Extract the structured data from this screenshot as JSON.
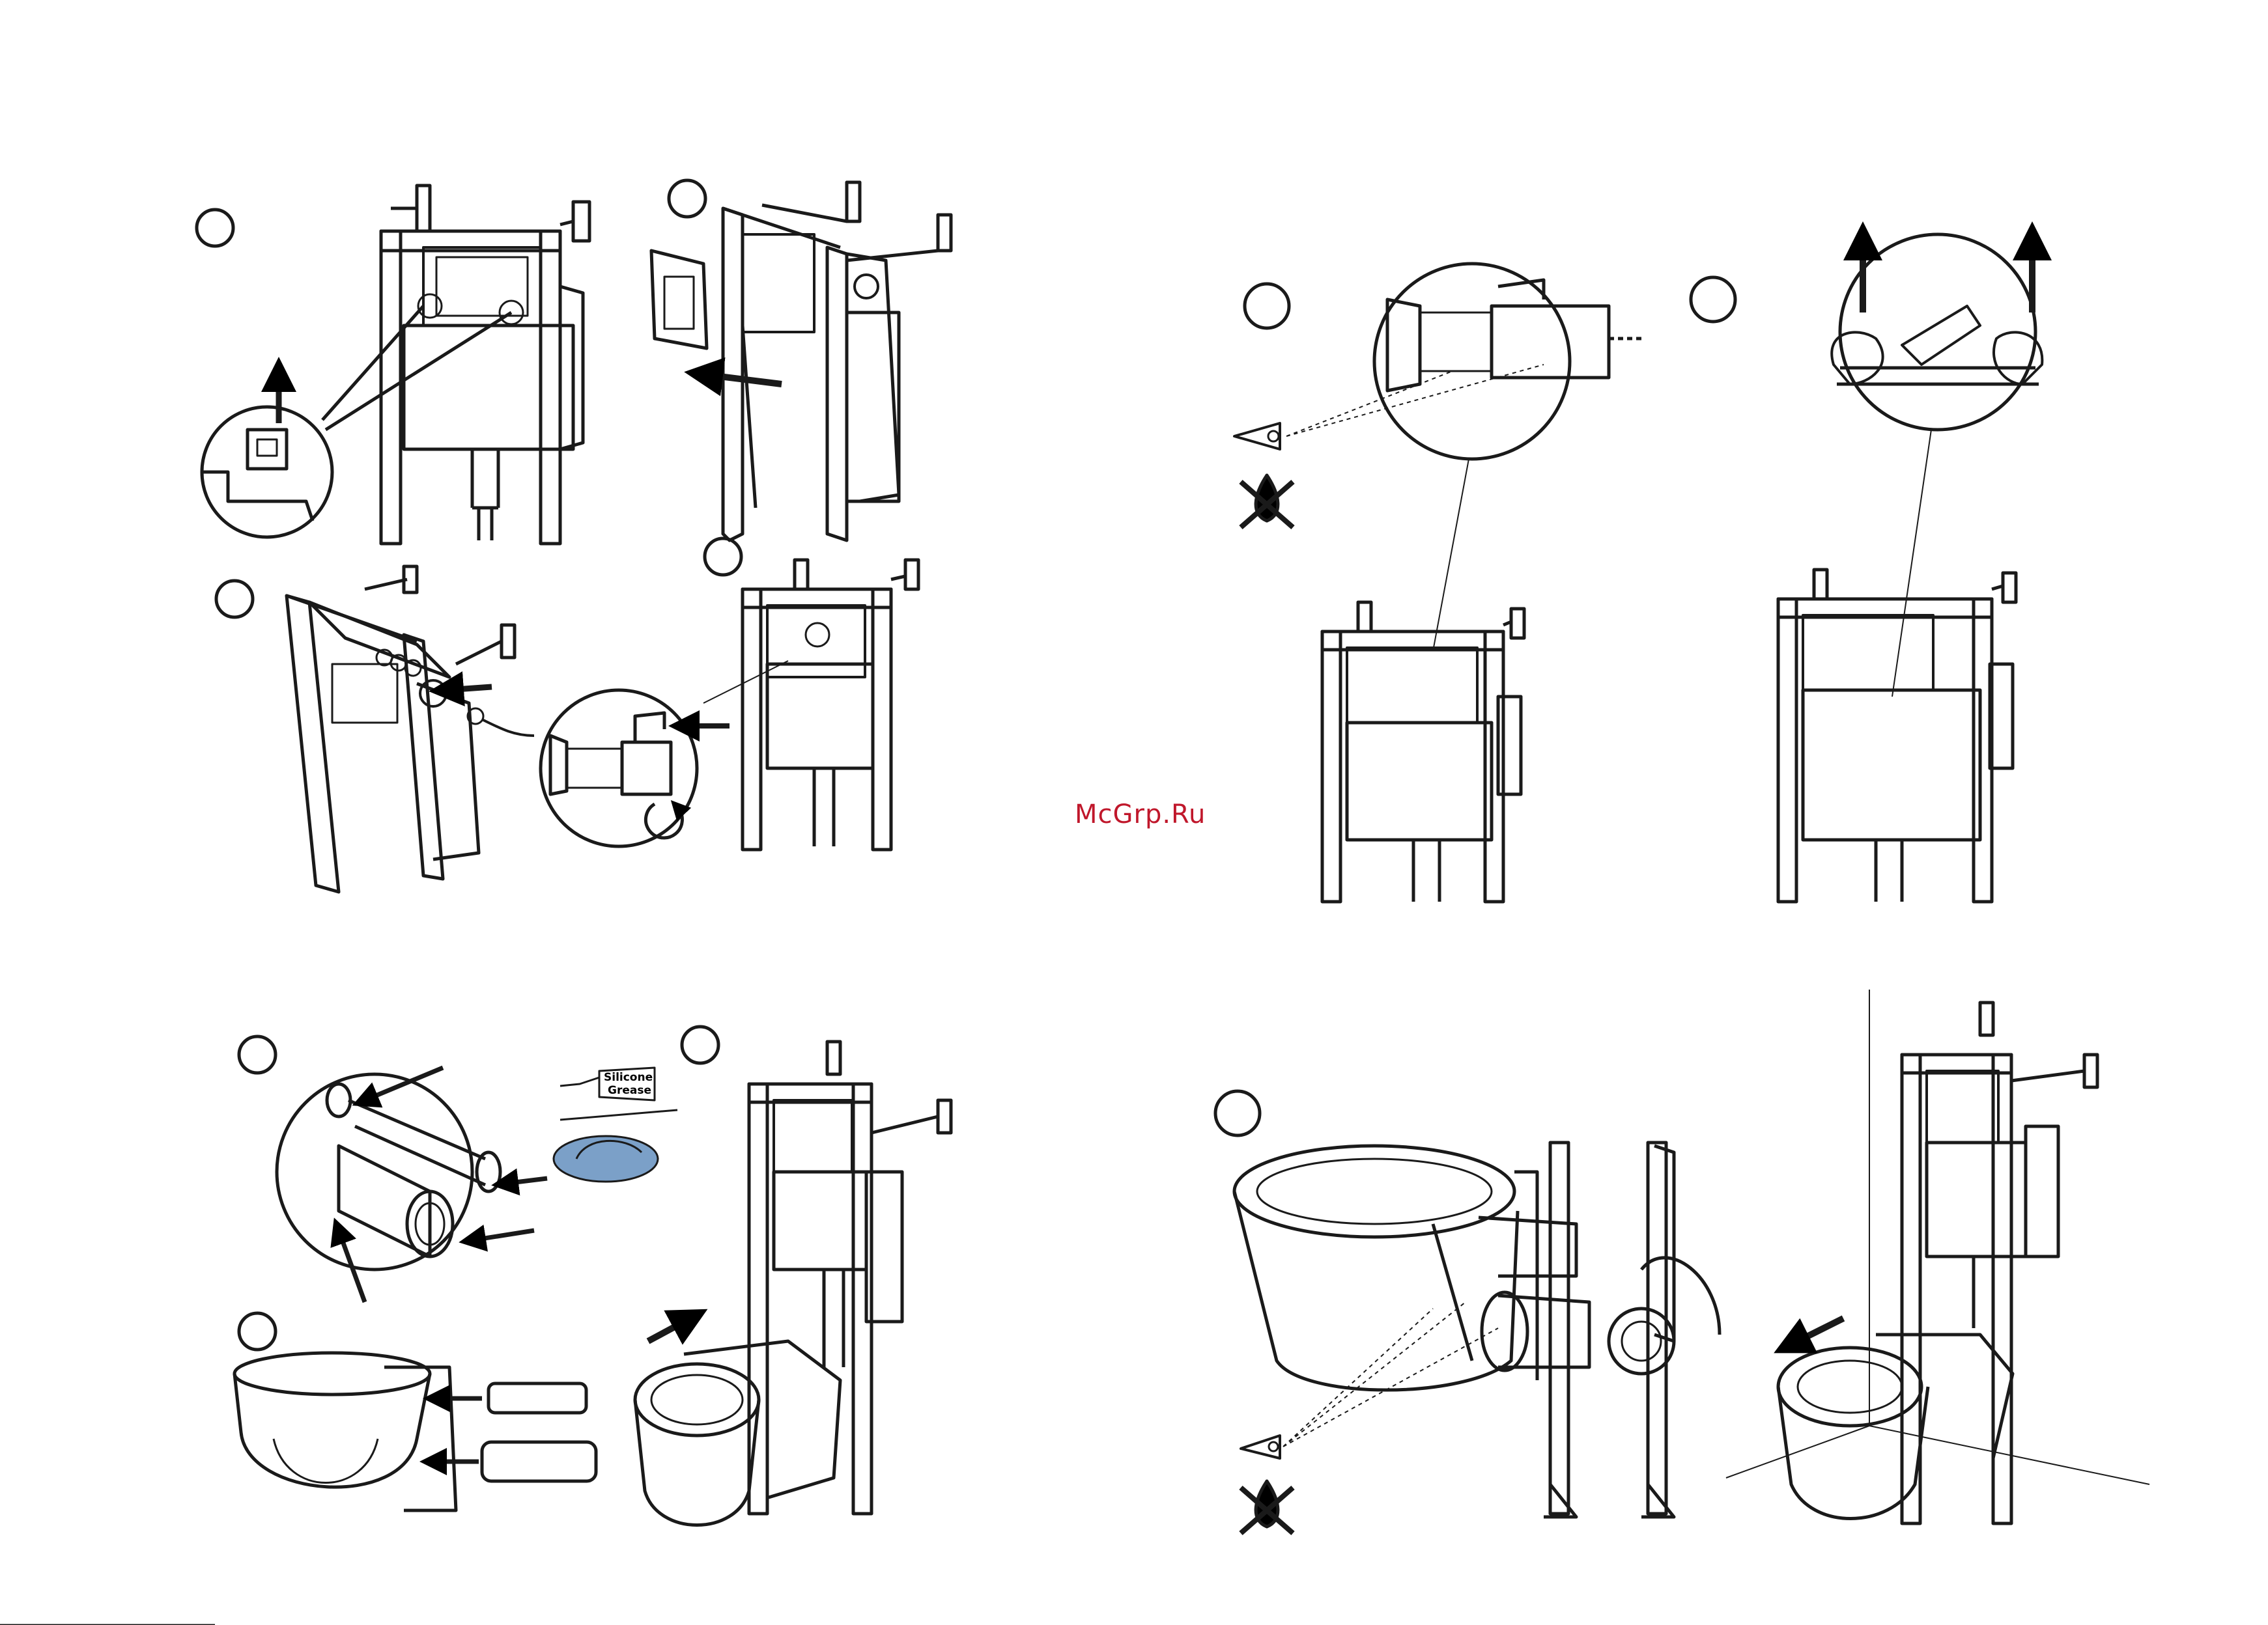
{
  "watermark": "McGrp.Ru",
  "grease_label": {
    "line1": "Silicone",
    "line2": "Grease"
  },
  "icons": [
    "step-number-circle",
    "arrow-icon",
    "rotate-arrow-icon",
    "eye-icon",
    "no-water-drop-icon",
    "silicone-grease-tube-icon"
  ],
  "colors": {
    "line": "#1a1a1a",
    "watermark": "#c0172b",
    "grease": "#7ba0c8"
  }
}
